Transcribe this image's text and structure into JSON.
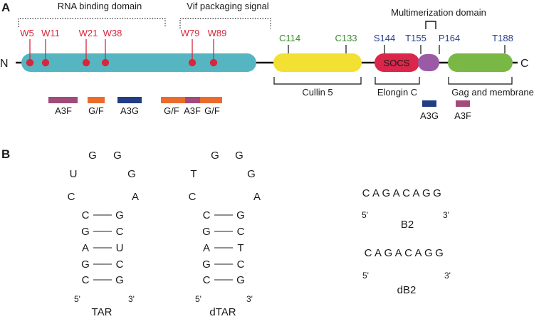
{
  "panel_a": {
    "label": "A",
    "n_terminus": "N",
    "c_terminus": "C",
    "domain_headers": {
      "rna_binding": "RNA binding domain",
      "vif_packaging": "Vif packaging signal",
      "multimerization": "Multimerization domain"
    },
    "tryptophans": [
      "W5",
      "W11",
      "W21",
      "W38",
      "W79",
      "W89"
    ],
    "cullin_sites": [
      "C114",
      "C133"
    ],
    "serine_site": "S144",
    "threonine_sites": [
      "T155",
      "T188"
    ],
    "proline_site": "P164",
    "socs_label": "SOCS",
    "binding_regions": {
      "cullin5": "Cullin 5",
      "elonginc": "Elongin C",
      "gag_membrane": "Gag and membrane"
    },
    "interaction_labels": [
      "A3F",
      "G/F",
      "A3G",
      "G/F",
      "A3F",
      "G/F"
    ],
    "interaction_labels_right": [
      "A3G",
      "A3F"
    ],
    "colors": {
      "cyan_domain": "#55b6c2",
      "yellow_domain": "#f2e033",
      "socs_domain": "#d9264a",
      "purple_domain": "#9b5aa6",
      "green_domain": "#7ab845",
      "red_site": "#d9263a",
      "green_site": "#3a8a2e",
      "blue_site": "#2a3f8a",
      "a3f_bar": "#a24a7a",
      "gf_bar": "#ec6b2a",
      "a3g_bar": "#223c86"
    }
  },
  "panel_b": {
    "label": "B",
    "tar": {
      "name": "TAR",
      "loop_top": [
        "G",
        "G"
      ],
      "loop_left": [
        "U",
        "C"
      ],
      "loop_right": [
        "G",
        "A"
      ],
      "stem_left": [
        "C",
        "G",
        "A",
        "G",
        "C"
      ],
      "stem_right": [
        "G",
        "C",
        "U",
        "C",
        "G"
      ],
      "five_prime": "5'",
      "three_prime": "3'"
    },
    "dtar": {
      "name": "dTAR",
      "loop_top": [
        "G",
        "G"
      ],
      "loop_left": [
        "T",
        "C"
      ],
      "loop_right": [
        "G",
        "A"
      ],
      "stem_left": [
        "C",
        "G",
        "A",
        "G",
        "C"
      ],
      "stem_right": [
        "G",
        "C",
        "T",
        "C",
        "G"
      ],
      "five_prime": "5'",
      "three_prime": "3'"
    },
    "b2": {
      "sequence": "CAGACAGG",
      "name": "B2",
      "five_prime": "5'",
      "three_prime": "3'"
    },
    "db2": {
      "sequence": "CAGACAGG",
      "name": "dB2",
      "five_prime": "5'",
      "three_prime": "3'"
    }
  }
}
